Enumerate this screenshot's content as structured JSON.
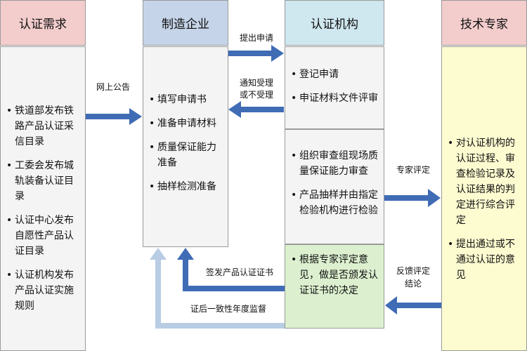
{
  "headers": {
    "demand": "认证需求",
    "enterprise": "制造企业",
    "agency": "认证机构",
    "expert": "技术专家"
  },
  "demand_items": [
    "铁道部发布铁路产品认证采信目录",
    "工委会发布城轨装备认证目录",
    "认证中心发布自愿性产品认证目录",
    "认证机构发布产品认证实施规则"
  ],
  "enterprise_items": [
    "填写申请书",
    "准备申请材料",
    "质量保证能力准备",
    "抽样检测准备"
  ],
  "agency_top_items": [
    "登记申请",
    "申证材料文件评审"
  ],
  "agency_mid_items": [
    "组织审查组现场质量保证能力审查",
    "产品抽样并由指定检验机构进行检验"
  ],
  "agency_bottom_items": [
    "根据专家评定意见，做是否颁发认证证书的决定"
  ],
  "expert_items": [
    "对认证机构的认证过程、审查检验记录及认证结果的判定进行综合评定",
    "提出通过或不通过认证的意见"
  ],
  "arrow_labels": {
    "online_notice": "网上公告",
    "submit_application": "提出申请",
    "notify_line1": "通知受理",
    "notify_line2": "或不受理",
    "expert_review": "专家评定",
    "feedback_line1": "反馈评定",
    "feedback_line2": "结论",
    "issue_certificate": "签发产品认证证书",
    "annual_supervision": "证后一致性年度监督"
  },
  "colors": {
    "header_demand": "#f3cccc",
    "header_enterprise": "#c5d4e8",
    "header_agency": "#cfe7ef",
    "header_expert": "#f3cccc",
    "body_demand": "#f4f4f4",
    "body_enterprise": "#f4f4f4",
    "body_agency": "#f4f4f4",
    "body_agency_bottom": "#dcf0cf",
    "body_expert": "#fdfbd0",
    "arrow_dark": "#3f6cb5",
    "arrow_light": "#b8cce4"
  }
}
